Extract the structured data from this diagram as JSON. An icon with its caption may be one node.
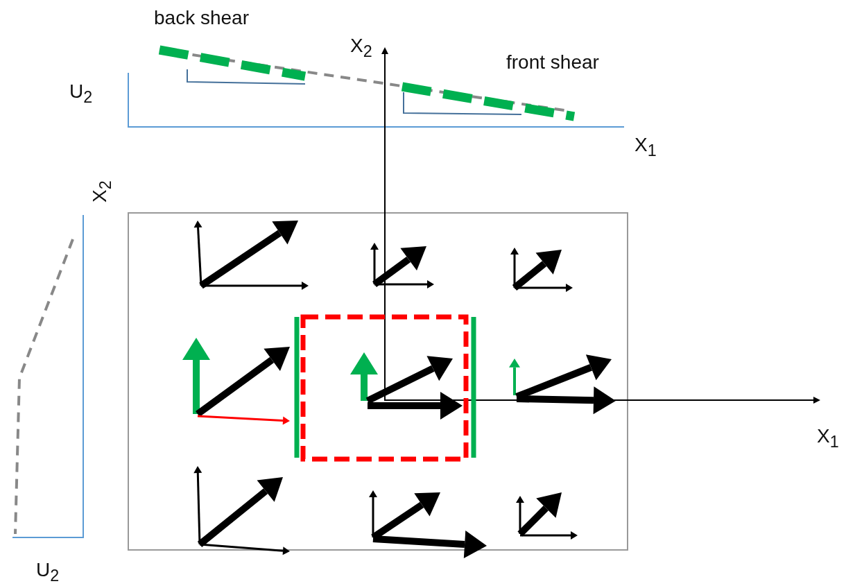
{
  "diagram": {
    "labels": [
      "back shear",
      "X$_{2}$",
      "front shear",
      "U$_{2}$",
      "X$_{1}$",
      "X$_{2}$",
      "X$_{1}$",
      "U$_{2}$"
    ]
  }
}
